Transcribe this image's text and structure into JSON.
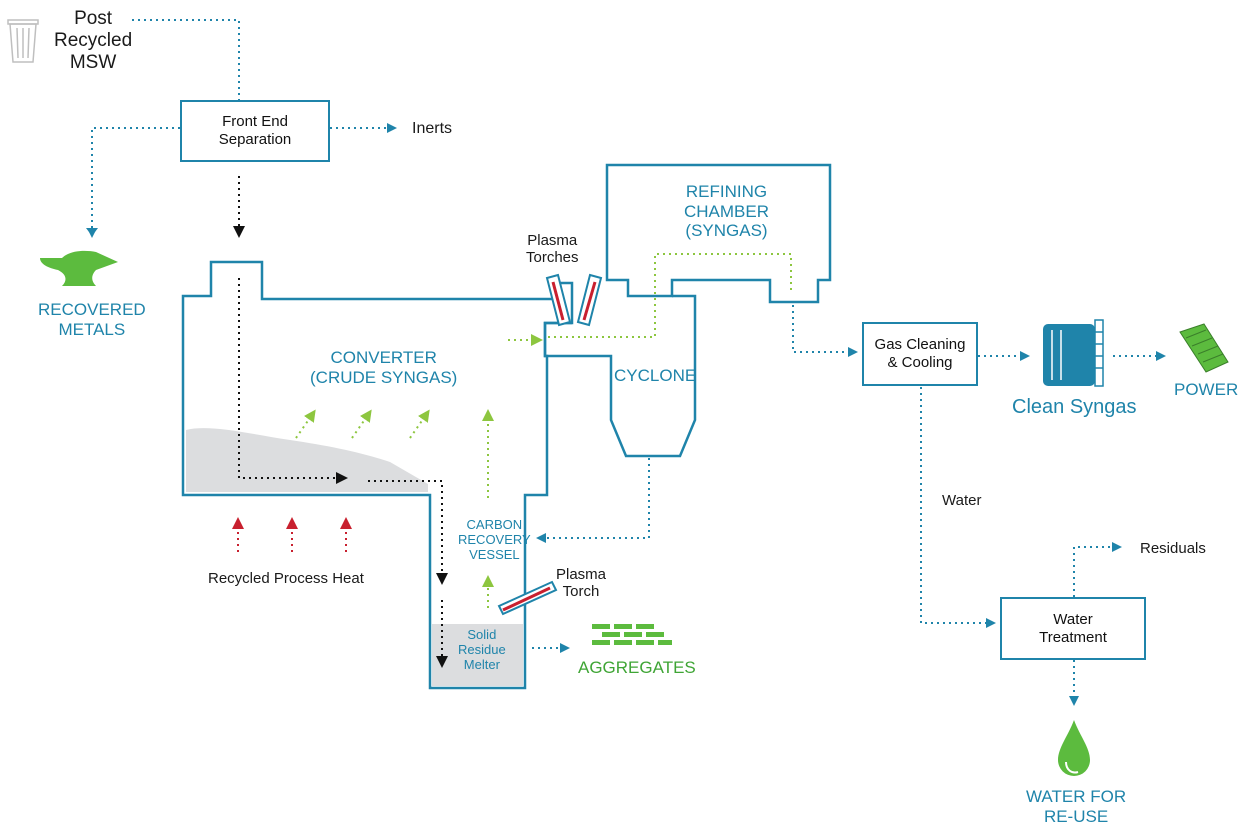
{
  "colors": {
    "vessel": "#1f84aa",
    "flow": "#1f84aa",
    "gas": "#8dc63f",
    "heat": "#c8202f",
    "solid": "#111111",
    "product": "#3fa535"
  },
  "labels": {
    "post_recycled": "Post",
    "post_recycled2": "Recycled",
    "post_recycled3": "MSW",
    "front_end": "Front End",
    "front_end2": "Separation",
    "inerts": "Inerts",
    "recovered": "RECOVERED",
    "recovered2": "METALS",
    "plasma_torches": "Plasma",
    "plasma_torches2": "Torches",
    "refining": "REFINING",
    "refining2": "CHAMBER",
    "refining3": "(SYNGAS)",
    "converter": "CONVERTER",
    "converter2": "(CRUDE SYNGAS)",
    "cyclone": "CYCLONE",
    "gas_cleaning": "Gas Cleaning",
    "gas_cleaning2": "& Cooling",
    "clean_syngas": "Clean Syngas",
    "power": "POWER",
    "carbon": "CARBON",
    "carbon2": "RECOVERY",
    "carbon3": "VESSEL",
    "recycled_heat": "Recycled Process Heat",
    "plasma_torch": "Plasma",
    "plasma_torch2": "Torch",
    "solid": "Solid",
    "solid2": "Residue",
    "solid3": "Melter",
    "aggregates": "AGGREGATES",
    "water": "Water",
    "residuals": "Residuals",
    "water_treatment": "Water",
    "water_treatment2": "Treatment",
    "water_reuse": "WATER FOR",
    "water_reuse2": "RE-USE"
  },
  "icons": [
    "trash-can-icon",
    "anvil-icon",
    "gas-tank-icon",
    "power-plant-icon",
    "bricks-icon",
    "water-drop-icon"
  ]
}
